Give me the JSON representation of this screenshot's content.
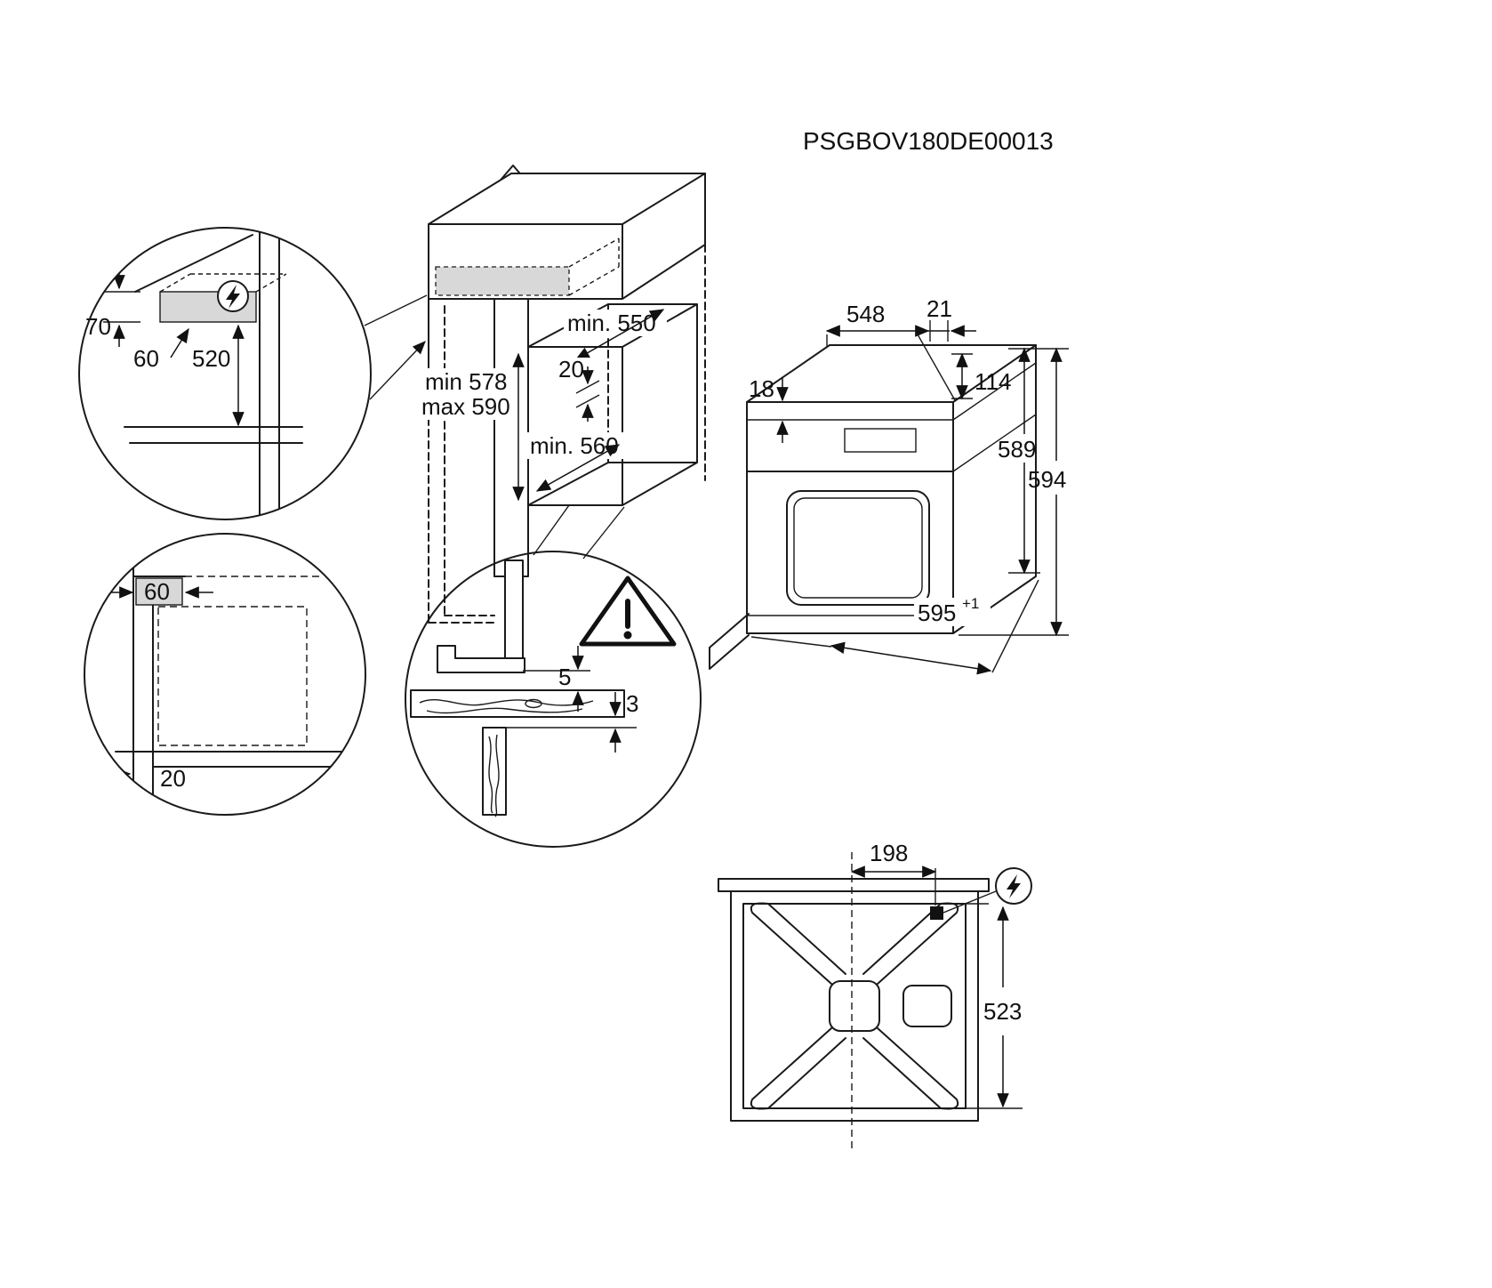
{
  "colors": {
    "line": "#1a1a1a",
    "highlight_zone": "#d8d8d8",
    "background": "#ffffff"
  },
  "header": {
    "drawing_code": "PSGBOV180DE00013"
  },
  "niche": {
    "depth_min": "min. 550",
    "rear_gap": "20",
    "height_min": "min 578",
    "height_max": "max 590",
    "width_min": "min. 560"
  },
  "connection_detail": {
    "zone_height": "70",
    "zone_depth": "60",
    "zone_offset": "520"
  },
  "side_detail": {
    "zone_width": "60",
    "front_clearance": "20"
  },
  "gap_detail": {
    "top_gap": "5",
    "bottom_gap": "3"
  },
  "oven": {
    "depth": "548",
    "rear_projection": "21",
    "panel_height": "114",
    "top_inset": "18",
    "body_height": "589",
    "total_height": "594",
    "width": "595",
    "width_tolerance": "+1"
  },
  "bottom_view": {
    "connection_offset": "198",
    "base_depth": "523"
  },
  "icons": {
    "electrical": "lightning-bolt",
    "caution": "exclamation-triangle",
    "insertion": "up-arrow"
  }
}
